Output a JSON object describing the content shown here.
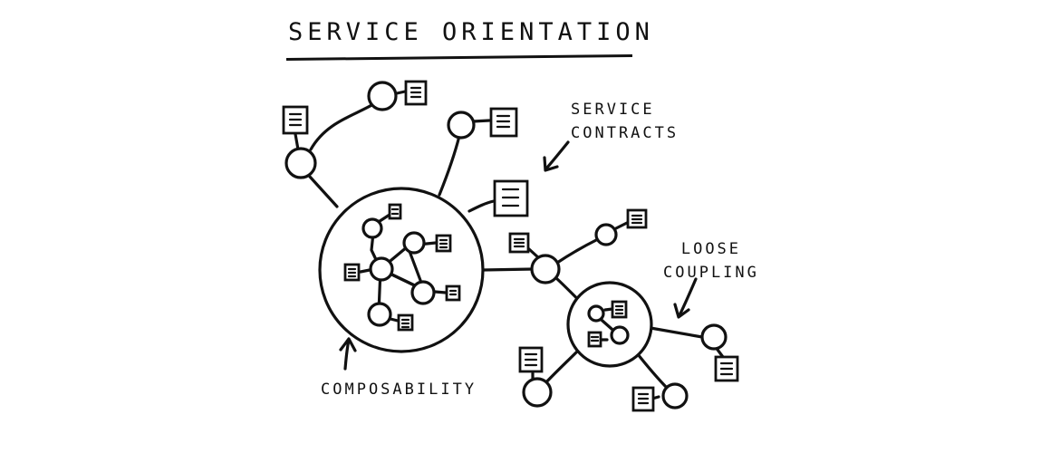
{
  "title": "SERVICE ORIENTATION",
  "labels": {
    "contracts_line1": "SERVICE",
    "contracts_line2": "CONTRACTS",
    "coupling_line1": "LOOSE",
    "coupling_line2": "COUPLING",
    "composability": "COMPOSABILITY"
  },
  "colors": {
    "ink": "#111111",
    "paper": "#ffffff"
  }
}
